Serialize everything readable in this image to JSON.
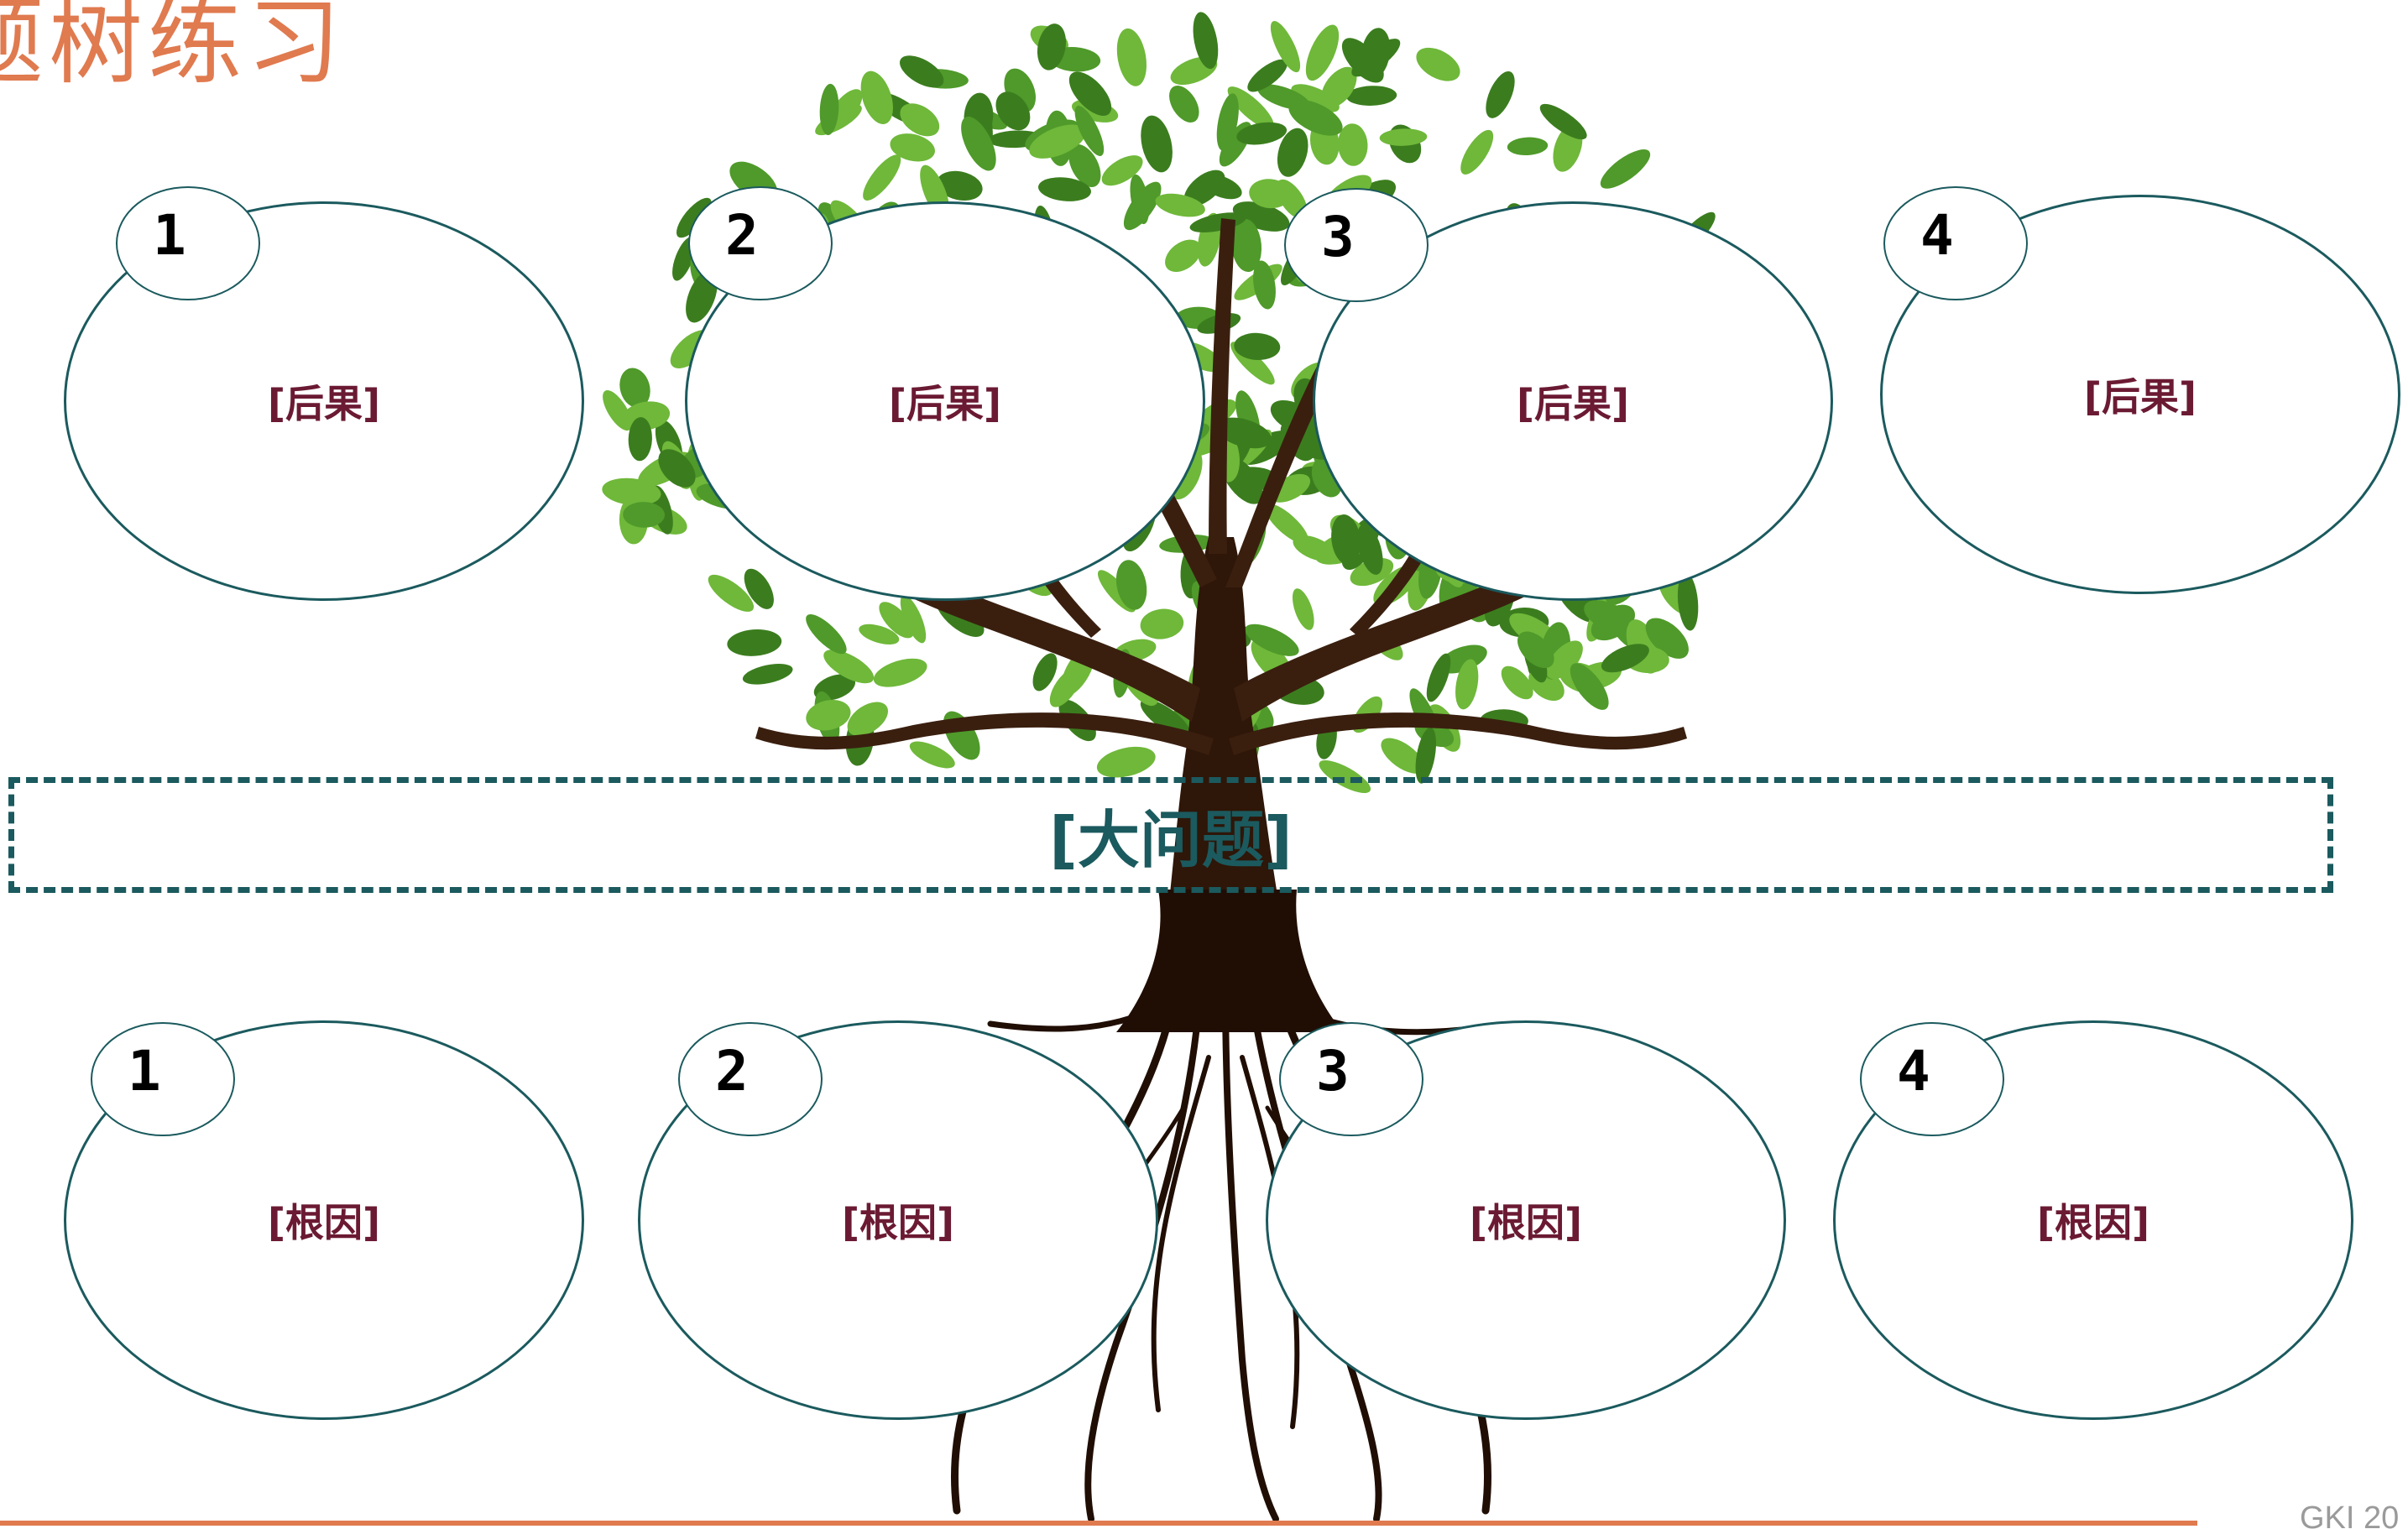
{
  "title": "题树练习",
  "central_problem": "[大问题]",
  "consequences": [
    {
      "number": "1",
      "label": "[后果]"
    },
    {
      "number": "2",
      "label": "[后果]"
    },
    {
      "number": "3",
      "label": "[后果]"
    },
    {
      "number": "4",
      "label": "[后果]"
    }
  ],
  "root_causes": [
    {
      "number": "1",
      "label": "[根因]"
    },
    {
      "number": "2",
      "label": "[根因]"
    },
    {
      "number": "3",
      "label": "[根因]"
    },
    {
      "number": "4",
      "label": "[根因]"
    }
  ],
  "footer": "GKI 20",
  "colors": {
    "accent_orange": "#e07a4f",
    "teal": "#1b5a5e",
    "label_maroon": "#6b1a33",
    "leaf_green": "#4f9a2a",
    "trunk_brown": "#3a1f0f"
  }
}
